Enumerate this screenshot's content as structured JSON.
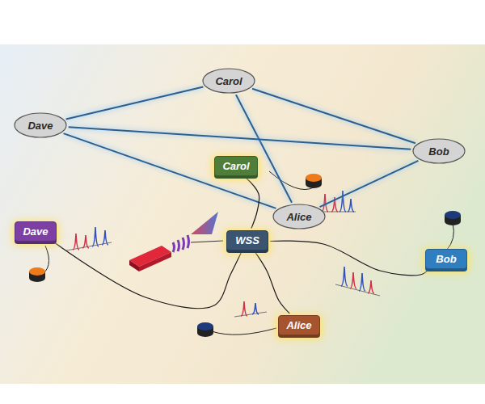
{
  "diagram": {
    "nodes": [
      {
        "text": [
          "Carol"
        ]
      },
      {
        "text": [
          "Dave"
        ]
      },
      {
        "text": [
          "Bob"
        ]
      },
      {
        "text": [
          "Carol"
        ]
      },
      {
        "text": [
          "Alice"
        ]
      },
      {
        "text": [
          "Dave"
        ]
      },
      {
        "text": [
          "WSS"
        ]
      },
      {
        "text": [
          "Bob"
        ]
      },
      {
        "text": [
          "Alice"
        ]
      }
    ],
    "edges": [
      {
        "from": 0,
        "to": 1,
        "arrow": "none"
      },
      {
        "from": 0,
        "to": 2,
        "arrow": "none"
      },
      {
        "from": 0,
        "to": 4,
        "arrow": "none"
      },
      {
        "from": 1,
        "to": 2,
        "arrow": "none"
      },
      {
        "from": 1,
        "to": 4,
        "arrow": "none"
      },
      {
        "from": 2,
        "to": 4,
        "arrow": "none"
      },
      {
        "from": 6,
        "to": 5,
        "arrow": "none"
      },
      {
        "from": 6,
        "to": 3,
        "arrow": "none"
      },
      {
        "from": 6,
        "to": 7,
        "arrow": "none"
      },
      {
        "from": 6,
        "to": 8,
        "arrow": "none"
      }
    ]
  }
}
